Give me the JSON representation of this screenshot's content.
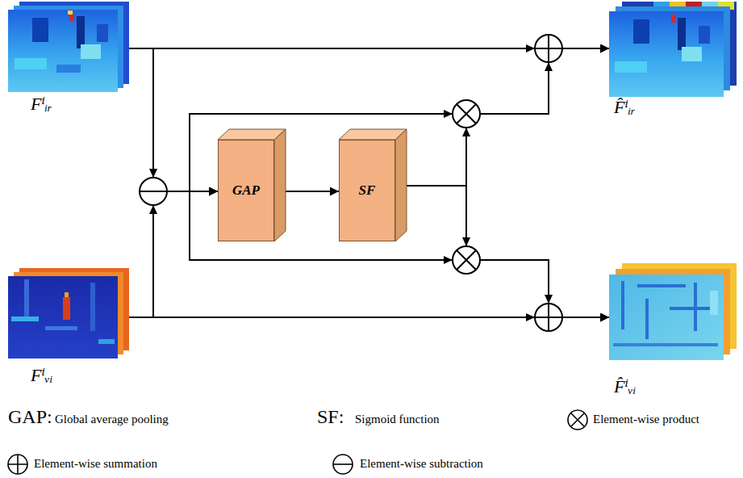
{
  "diagram": {
    "nodes": [
      {
        "text": [
          "Fⁱᵢᵣ"
        ]
      },
      {
        "text": [
          "Fⁱᵥᵢ"
        ]
      },
      {
        "text": [
          "GAP"
        ]
      },
      {
        "text": [
          "SF"
        ]
      },
      {
        "text": [
          "F̂ⁱᵢᵣ"
        ]
      },
      {
        "text": [
          "F̂ⁱᵥᵢ"
        ]
      }
    ],
    "edges": [
      {
        "from": 0,
        "to": 4,
        "arrow": "to"
      },
      {
        "from": 0,
        "to": 2,
        "arrow": "to"
      },
      {
        "from": 1,
        "to": 2,
        "arrow": "to"
      },
      {
        "from": 1,
        "to": 5,
        "arrow": "to"
      },
      {
        "from": 2,
        "to": 3,
        "arrow": "to"
      },
      {
        "from": 3,
        "to": 4,
        "arrow": "to"
      },
      {
        "from": 3,
        "to": 5,
        "arrow": "to"
      }
    ],
    "labels": [
      "GAP:",
      "SF:"
    ],
    "legend": [
      {
        "text": "Global average pooling"
      },
      {
        "text": "Sigmoid function"
      },
      {
        "text": "Element-wise product"
      },
      {
        "text": "Element-wise summation"
      },
      {
        "text": "Element-wise subtraction"
      }
    ]
  }
}
